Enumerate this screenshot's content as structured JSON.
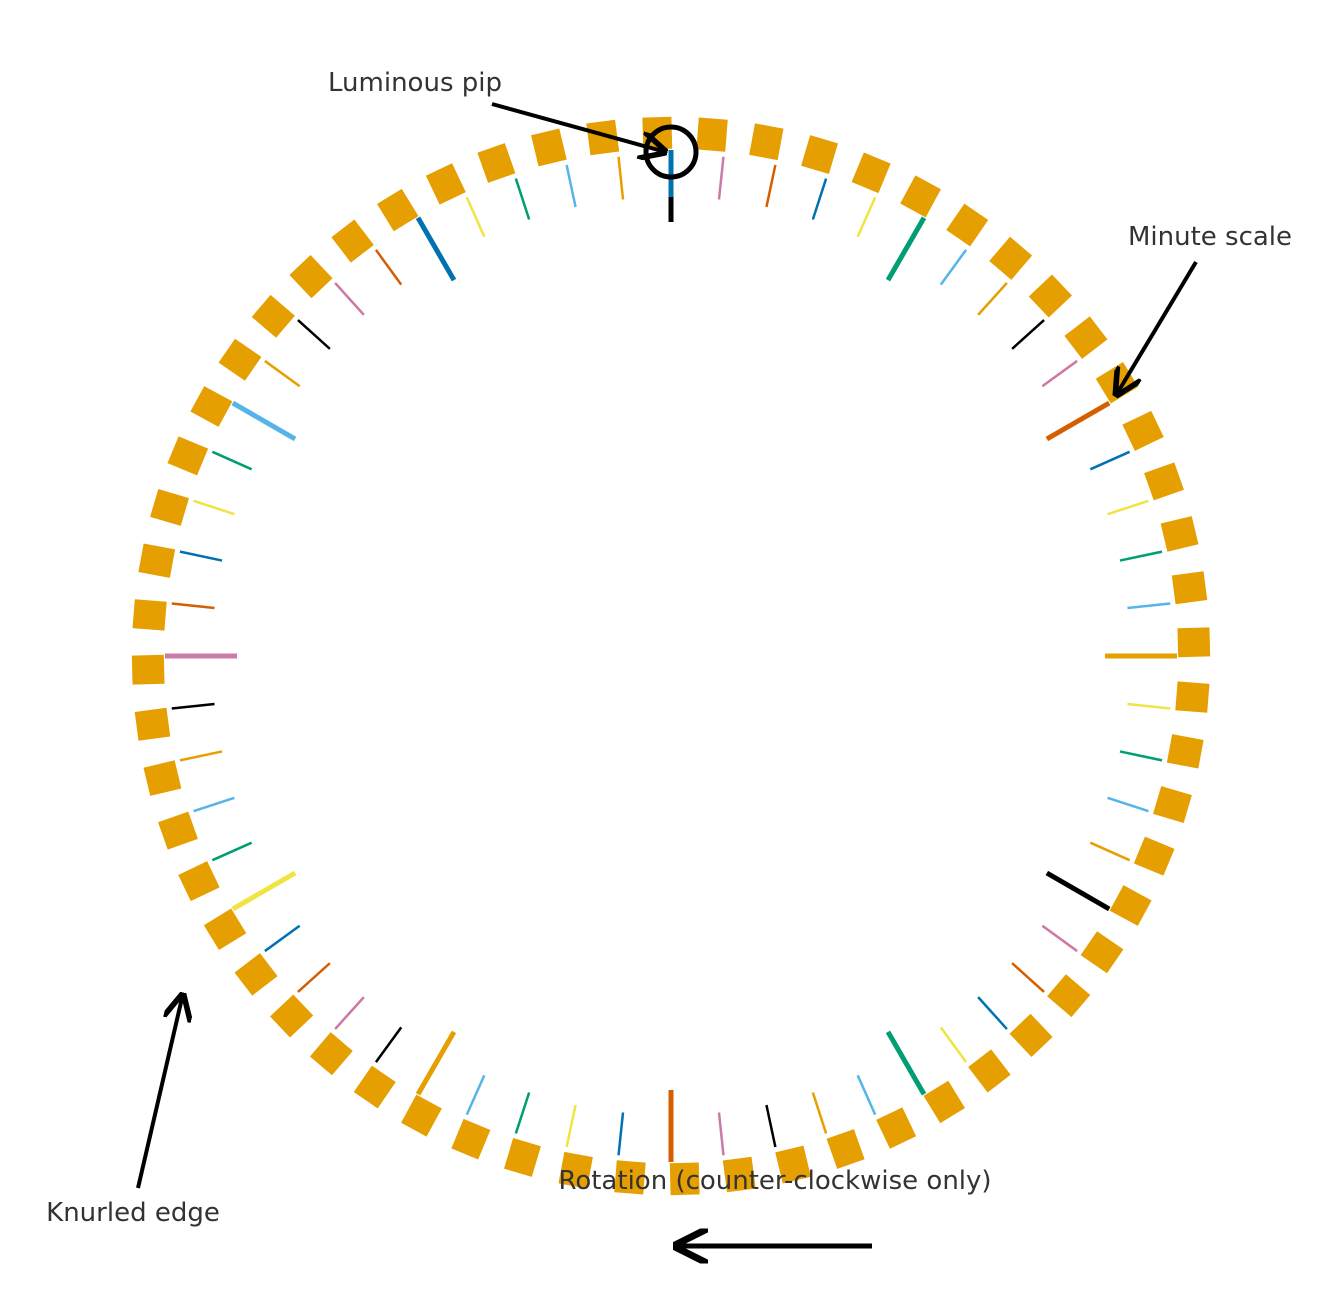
{
  "labels": {
    "pip": "Luminous pip",
    "minute_scale": "Minute scale",
    "knurled_edge": "Knurled edge",
    "rotation": "Rotation (counter-clockwise only)"
  },
  "bezel": {
    "knurl_count": 60,
    "knurl_color": "#E69F00",
    "minute_tick_count": 60,
    "pip_color": "#0072B2",
    "tick_colors": [
      "#000000",
      "#CC79A7",
      "#D55E00",
      "#0072B2",
      "#F0E442",
      "#009E73",
      "#56B4E9",
      "#E69F00",
      "#000000",
      "#CC79A7",
      "#D55E00",
      "#0072B2",
      "#F0E442",
      "#009E73",
      "#56B4E9",
      "#E69F00",
      "#F0E442",
      "#009E73",
      "#56B4E9",
      "#E69F00",
      "#000000",
      "#CC79A7",
      "#D55E00",
      "#0072B2",
      "#F0E442",
      "#009E73",
      "#56B4E9",
      "#E69F00",
      "#000000",
      "#CC79A7",
      "#D55E00",
      "#0072B2",
      "#F0E442",
      "#009E73",
      "#56B4E9",
      "#E69F00",
      "#000000",
      "#CC79A7",
      "#D55E00",
      "#0072B2",
      "#F0E442",
      "#009E73",
      "#56B4E9",
      "#E69F00",
      "#000000",
      "#CC79A7",
      "#D55E00",
      "#0072B2",
      "#F0E442",
      "#009E73",
      "#56B4E9",
      "#E69F00",
      "#000000",
      "#CC79A7",
      "#D55E00",
      "#0072B2",
      "#F0E442",
      "#009E73",
      "#56B4E9",
      "#E69F00"
    ]
  }
}
